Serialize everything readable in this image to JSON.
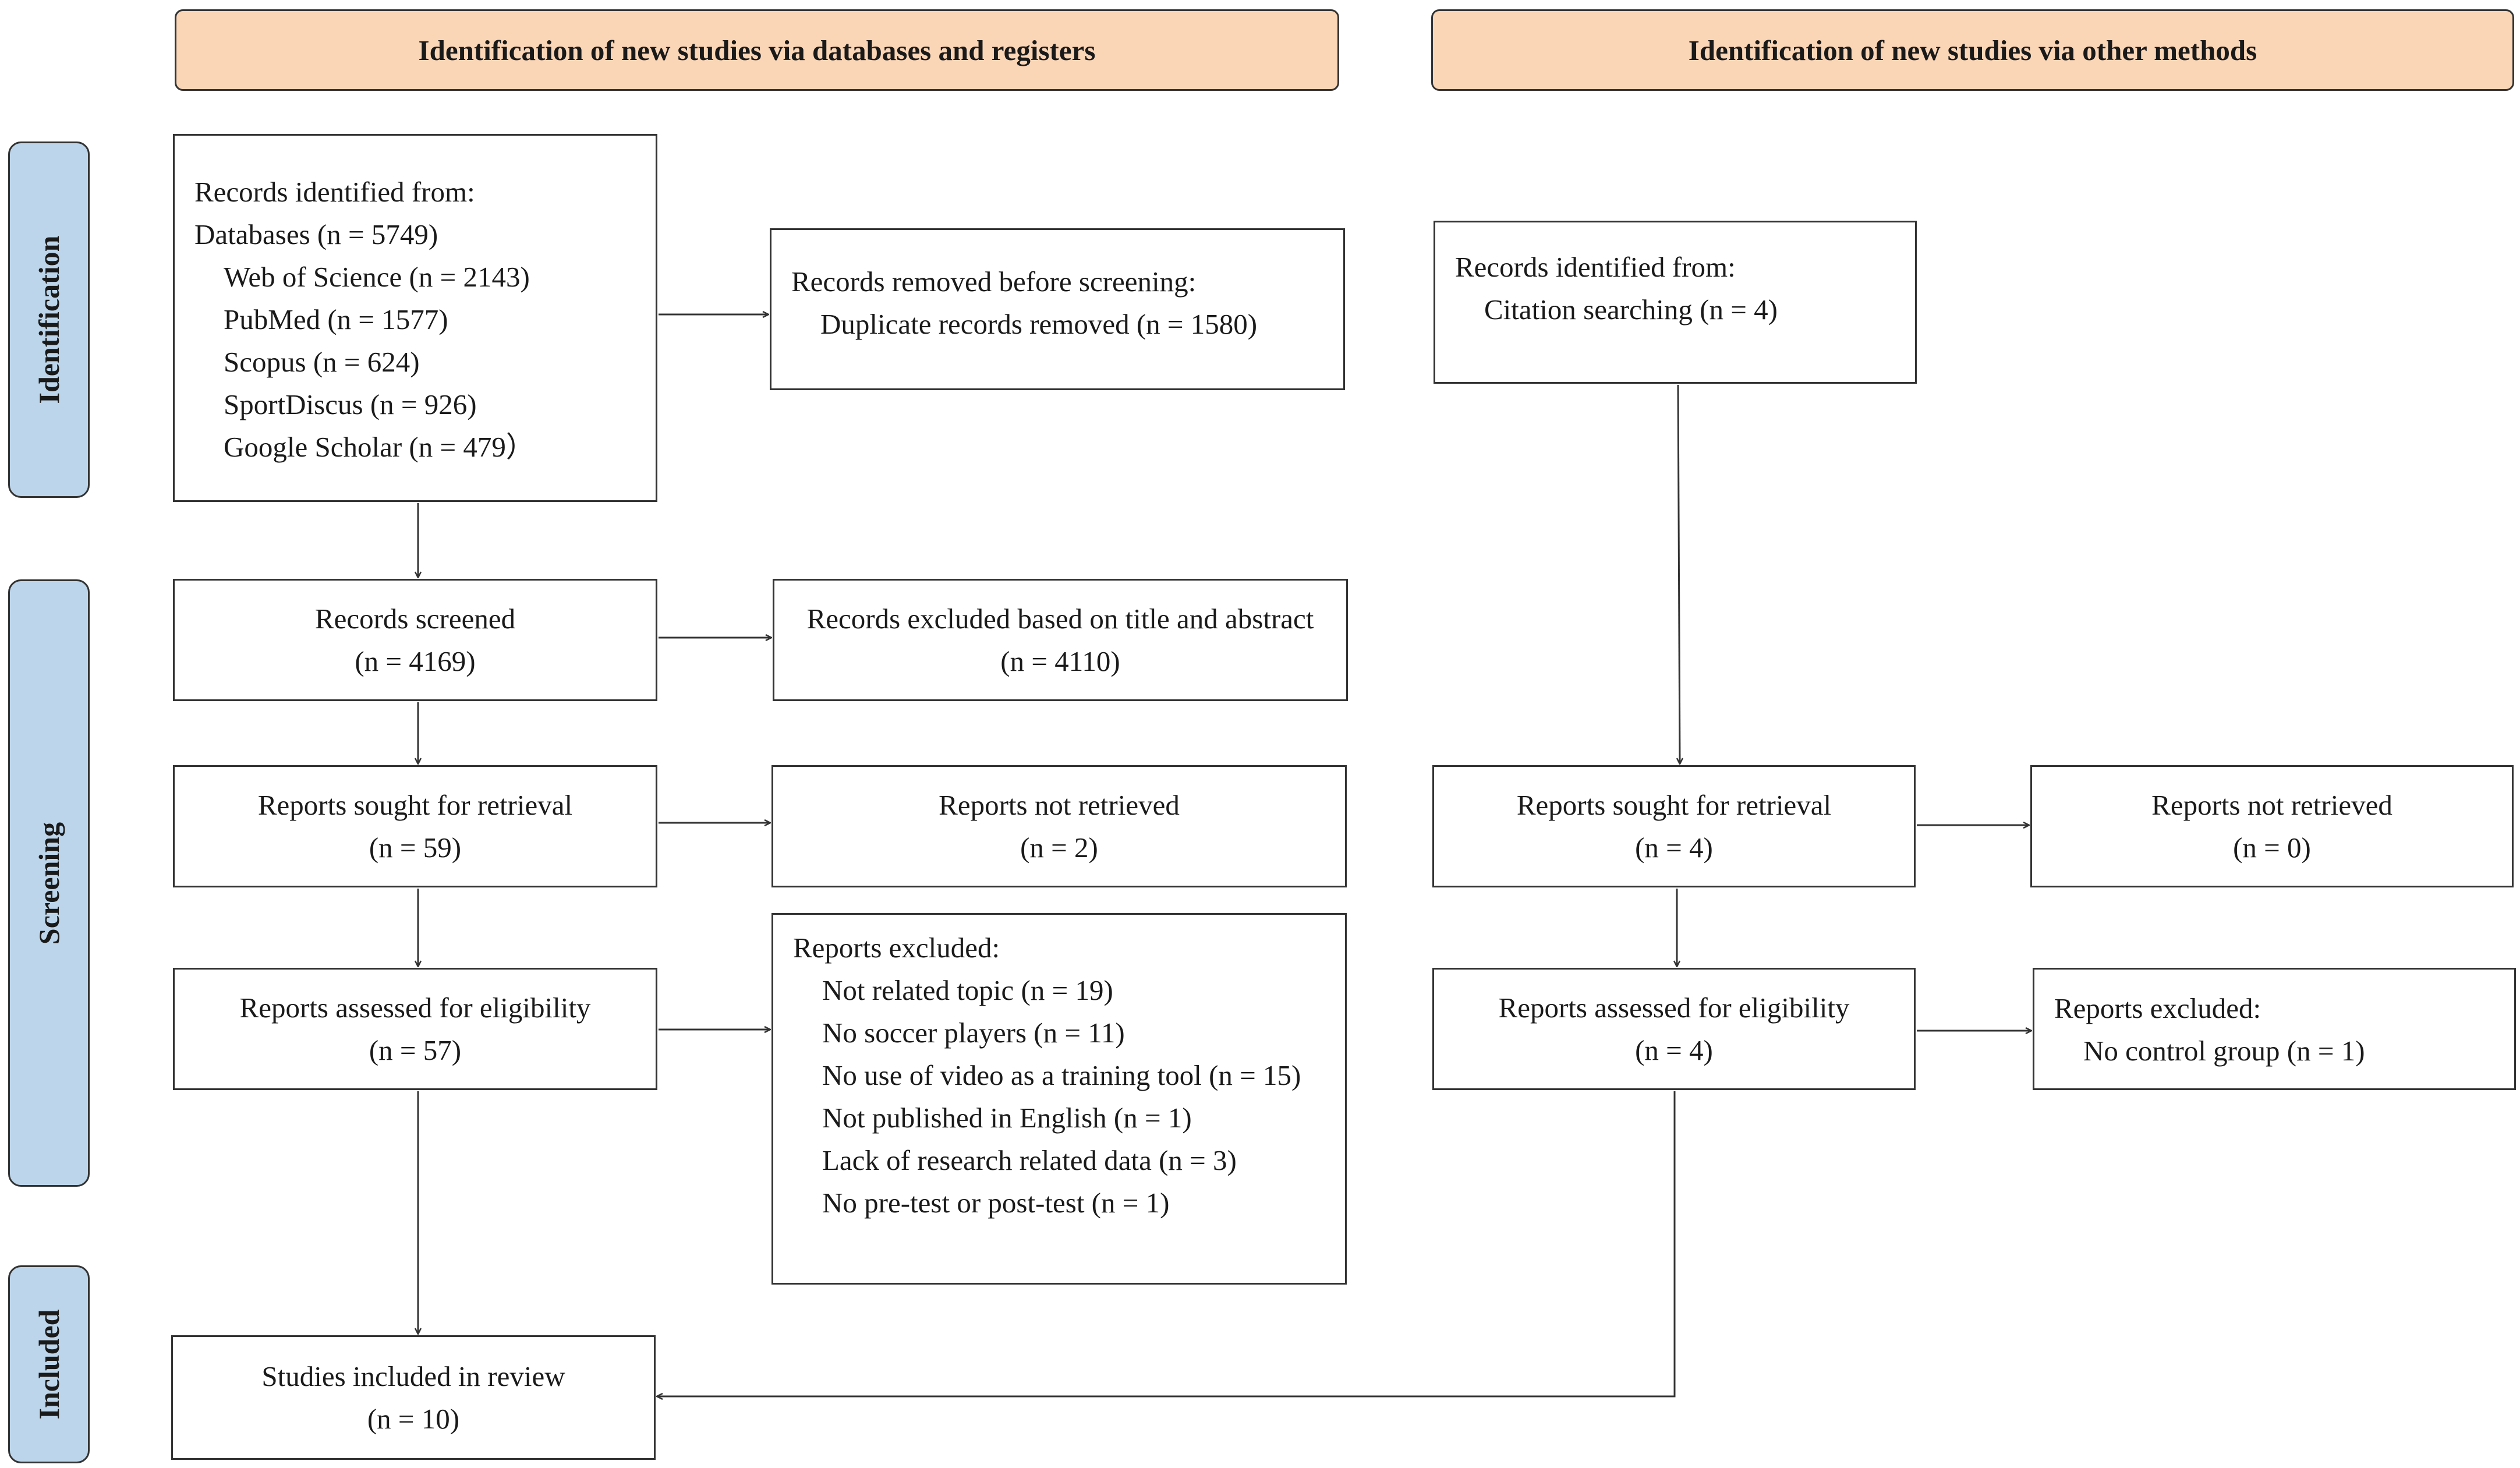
{
  "headers": {
    "databases": "Identification of new studies via databases and registers",
    "other": "Identification of new studies via other methods"
  },
  "stages": {
    "identification": "Identification",
    "screening": "Screening",
    "included": "Included"
  },
  "left": {
    "records_identified": {
      "title": "Records identified from:",
      "databases": "Databases (n = 5749)",
      "sources": [
        "Web of Science (n = 2143)",
        "PubMed (n = 1577)",
        "Scopus (n = 624)",
        "SportDiscus (n = 926)",
        "Google Scholar (n = 479）"
      ]
    },
    "removed": {
      "title": "Records removed before screening:",
      "item": "Duplicate records removed (n = 1580)"
    },
    "screened": {
      "title": "Records screened",
      "count": "(n = 4169)"
    },
    "excluded_title": {
      "title": "Records excluded based on title and abstract",
      "count": "(n = 4110)"
    },
    "sought": {
      "title": "Reports sought for retrieval",
      "count": "(n = 59)"
    },
    "not_retrieved": {
      "title": "Reports not retrieved",
      "count": "(n = 2)"
    },
    "assessed": {
      "title": "Reports assessed for eligibility",
      "count": "(n = 57)"
    },
    "reports_excluded": {
      "title": "Reports excluded:",
      "items": [
        "Not related topic (n = 19)",
        "No soccer players (n = 11)",
        "No use of video as a training tool (n = 15)",
        "Not published in English (n = 1)",
        "Lack of research related data (n = 3)",
        "No pre-test or post-test (n = 1)"
      ]
    },
    "included": {
      "title": "Studies included in review",
      "count": "(n = 10)"
    }
  },
  "right": {
    "records_identified": {
      "title": "Records identified from:",
      "item": "Citation searching (n = 4)"
    },
    "sought": {
      "title": "Reports sought for retrieval",
      "count": "(n = 4)"
    },
    "not_retrieved": {
      "title": "Reports not retrieved",
      "count": "(n = 0)"
    },
    "assessed": {
      "title": "Reports assessed for eligibility",
      "count": "(n = 4)"
    },
    "reports_excluded": {
      "title": "Reports excluded:",
      "item": "No control group (n = 1)"
    }
  }
}
